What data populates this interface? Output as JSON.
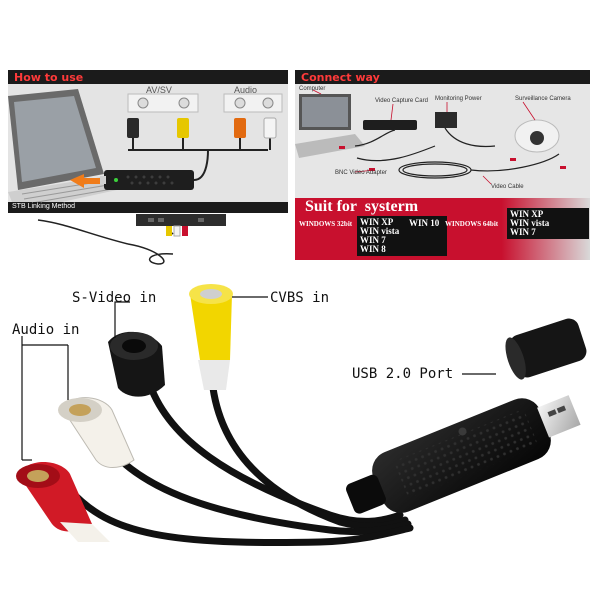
{
  "how_to_use": {
    "header": "How to use",
    "av_sv_label": "AV/SV",
    "audio_label": "Audio",
    "stb_method": "STB Linking Method"
  },
  "connect_way": {
    "header": "Connect way",
    "computer": "Computer",
    "video_capture_card": "Video Capture Card",
    "monitoring_power": "Monitoring Power",
    "surveillance_camera": "Surveillance Camera",
    "bnc_adapter": "BNC Video Adapter",
    "video_cable": "Video Cable"
  },
  "suit_for": {
    "title": "Suit for  systerm",
    "windows32_label": "WINDOWS 32bit",
    "windows32_items": [
      "WIN XP",
      "WIN vista",
      "WIN 7",
      "WIN 8"
    ],
    "win10": "WIN 10",
    "windows64_label": "WINDOWS 64bit",
    "windows64_items": [
      "WIN XP",
      "WIN vista",
      "WIN 7"
    ]
  },
  "product_labels": {
    "svideo": "S-Video in",
    "cvbs": "CVBS in",
    "audio": "Audio in",
    "usb": "USB 2.0 Port"
  },
  "colors": {
    "accent_red": "#c8102e",
    "yellow": "#f2d600",
    "white_rca": "#f4f1ea",
    "dark": "#111111"
  }
}
